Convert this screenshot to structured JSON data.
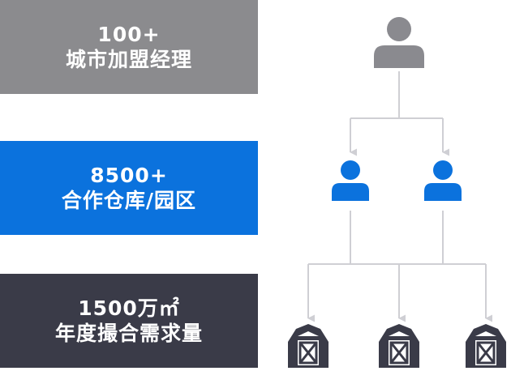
{
  "tiers": [
    {
      "value": "100+",
      "label": "城市加盟经理"
    },
    {
      "value": "8500+",
      "label": "合作仓库/园区"
    },
    {
      "value": "1500万㎡",
      "label": "年度撮合需求量"
    }
  ],
  "colors": {
    "tier1": "#8b8b8e",
    "tier2": "#0b72dd",
    "tier3": "#3a3b48",
    "person_top": "#8a8a8f",
    "person_mid": "#0b72dd",
    "barn": "#3a3b48",
    "connector": "#cfcfd4"
  },
  "icons": {
    "top": "person-icon",
    "middle": "person-icon",
    "bottom": "barn-icon"
  }
}
